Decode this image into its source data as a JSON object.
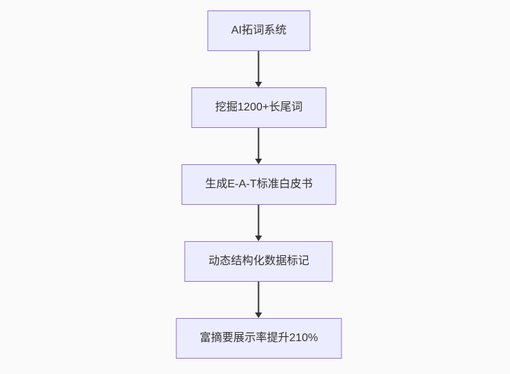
{
  "diagram": {
    "type": "flowchart",
    "direction": "top-down",
    "colors": {
      "background": "#fafafa",
      "node_fill": "#ECECFF",
      "node_border": "#9370DB",
      "node_text": "#333333",
      "edge": "#333333"
    },
    "nodes": [
      {
        "id": "step-1",
        "label": "AI拓词系统"
      },
      {
        "id": "step-2",
        "label": "挖掘1200+长尾词"
      },
      {
        "id": "step-3",
        "label": "生成E-A-T标准白皮书"
      },
      {
        "id": "step-4",
        "label": "动态结构化数据标记"
      },
      {
        "id": "step-5",
        "label": "富摘要展示率提升210%"
      }
    ],
    "edges": [
      {
        "from": "step-1",
        "to": "step-2"
      },
      {
        "from": "step-2",
        "to": "step-3"
      },
      {
        "from": "step-3",
        "to": "step-4"
      },
      {
        "from": "step-4",
        "to": "step-5"
      }
    ]
  }
}
